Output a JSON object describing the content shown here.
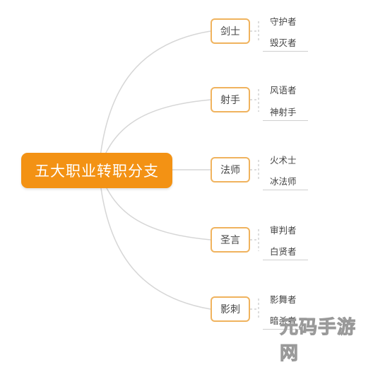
{
  "root": {
    "label": "五大职业转职分支"
  },
  "branches": [
    {
      "label": "剑士",
      "subs": [
        "守护者",
        "毁灭者"
      ]
    },
    {
      "label": "射手",
      "subs": [
        "风语者",
        "神射手"
      ]
    },
    {
      "label": "法师",
      "subs": [
        "火术士",
        "冰法师"
      ]
    },
    {
      "label": "圣言",
      "subs": [
        "审判者",
        "白贤者"
      ]
    },
    {
      "label": "影刺",
      "subs": [
        "影舞者",
        "暗杀者"
      ]
    }
  ],
  "colors": {
    "root_fill": "#f39214",
    "node_border": "#f0b35e",
    "connector": "#d6d6d6"
  },
  "watermark": {
    "text": "元码手游网"
  }
}
